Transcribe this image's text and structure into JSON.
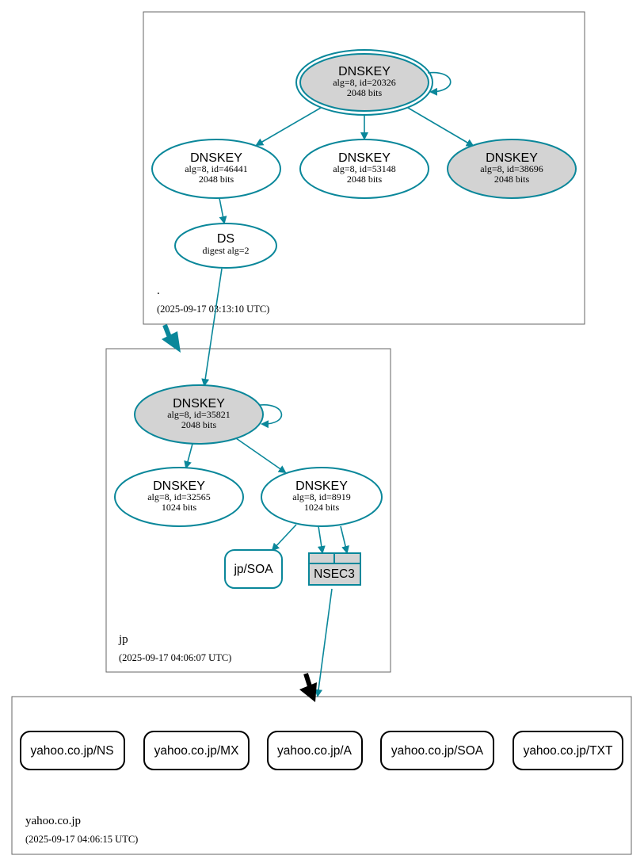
{
  "colors": {
    "edge": "#0a879a",
    "ksk_fill": "#d3d3d3",
    "zsk_fill": "#ffffff",
    "delegation_arrow": "#0a879a",
    "final_arrow": "#000000"
  },
  "zones": {
    "root": {
      "name": ".",
      "timestamp": "(2025-09-17 03:13:10 UTC)"
    },
    "jp": {
      "name": "jp",
      "timestamp": "(2025-09-17 04:06:07 UTC)"
    },
    "yahoo": {
      "name": "yahoo.co.jp",
      "timestamp": "(2025-09-17 04:06:15 UTC)"
    }
  },
  "nodes": {
    "root_ksk": {
      "title": "DNSKEY",
      "line1": "alg=8, id=20326",
      "line2": "2048 bits",
      "fill": "#d3d3d3"
    },
    "root_zsk1": {
      "title": "DNSKEY",
      "line1": "alg=8, id=46441",
      "line2": "2048 bits",
      "fill": "#ffffff"
    },
    "root_zsk2": {
      "title": "DNSKEY",
      "line1": "alg=8, id=53148",
      "line2": "2048 bits",
      "fill": "#ffffff"
    },
    "root_ksk2": {
      "title": "DNSKEY",
      "line1": "alg=8, id=38696",
      "line2": "2048 bits",
      "fill": "#d3d3d3"
    },
    "root_ds": {
      "title": "DS",
      "line1": "digest alg=2"
    },
    "jp_ksk": {
      "title": "DNSKEY",
      "line1": "alg=8, id=35821",
      "line2": "2048 bits",
      "fill": "#d3d3d3"
    },
    "jp_zsk1": {
      "title": "DNSKEY",
      "line1": "alg=8, id=32565",
      "line2": "1024 bits",
      "fill": "#ffffff"
    },
    "jp_zsk2": {
      "title": "DNSKEY",
      "line1": "alg=8, id=8919",
      "line2": "1024 bits",
      "fill": "#ffffff"
    },
    "jp_soa": {
      "label": "jp/SOA"
    },
    "jp_nsec3": {
      "label": "NSEC3"
    }
  },
  "rrsets": [
    {
      "label": "yahoo.co.jp/NS"
    },
    {
      "label": "yahoo.co.jp/MX"
    },
    {
      "label": "yahoo.co.jp/A"
    },
    {
      "label": "yahoo.co.jp/SOA"
    },
    {
      "label": "yahoo.co.jp/TXT"
    }
  ]
}
